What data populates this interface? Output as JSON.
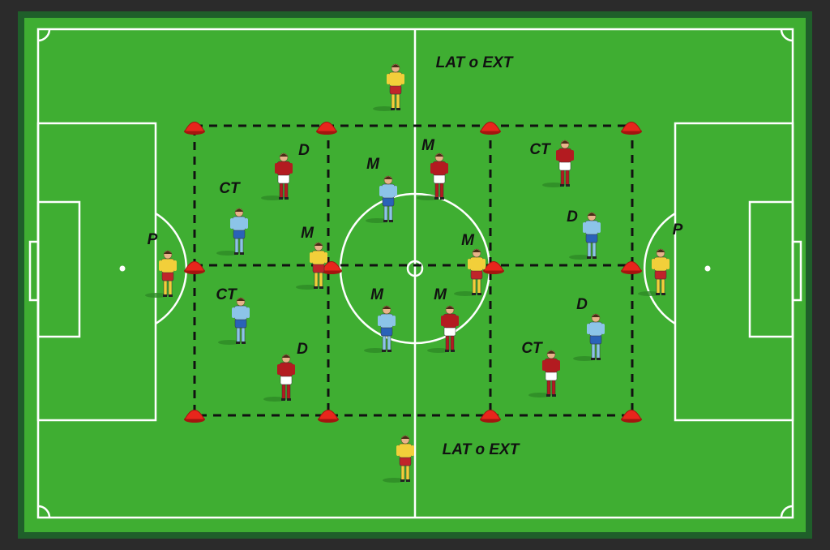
{
  "colors": {
    "background": "#2b2b2b",
    "border": "#1f5f2a",
    "grass": "#3fae32",
    "lines": "#ffffff",
    "cone": "#e8261c",
    "dash": "#111111"
  },
  "teams": {
    "red": {
      "shirt": "#b31b20",
      "shorts": "#ffffff",
      "socks": "#b31b20"
    },
    "blue": {
      "shirt": "#8cc4e8",
      "shorts": "#2a62b8",
      "socks": "#8cc4e8"
    },
    "yellow": {
      "shirt": "#f2cf3a",
      "shorts": "#c0242a",
      "socks": "#f2cf3a"
    }
  },
  "players": [
    {
      "label": "LAT o EXT",
      "team": "yellow"
    },
    {
      "label": "D",
      "team": "red"
    },
    {
      "label": "M",
      "team": "blue"
    },
    {
      "label": "M",
      "team": "red"
    },
    {
      "label": "CT",
      "team": "red"
    },
    {
      "label": "CT",
      "team": "blue"
    },
    {
      "label": "D",
      "team": "blue"
    },
    {
      "label": "P",
      "team": "yellow"
    },
    {
      "label": "M",
      "team": "yellow"
    },
    {
      "label": "M",
      "team": "yellow"
    },
    {
      "label": "P",
      "team": "yellow"
    },
    {
      "label": "CT",
      "team": "blue"
    },
    {
      "label": "M",
      "team": "blue"
    },
    {
      "label": "M",
      "team": "red"
    },
    {
      "label": "D",
      "team": "blue"
    },
    {
      "label": "D",
      "team": "red"
    },
    {
      "label": "CT",
      "team": "red"
    },
    {
      "label": "LAT o EXT",
      "team": "yellow"
    }
  ]
}
